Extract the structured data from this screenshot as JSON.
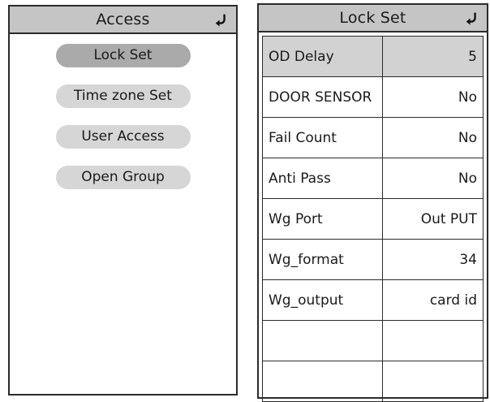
{
  "access_panel": {
    "title": "Access",
    "back_icon": "back-arrow-icon",
    "menu_items": [
      {
        "label": "Lock Set",
        "selected": true
      },
      {
        "label": "Time zone Set",
        "selected": false
      },
      {
        "label": "User Access",
        "selected": false
      },
      {
        "label": "Open Group",
        "selected": false
      }
    ]
  },
  "lockset_panel": {
    "title": "Lock Set",
    "back_icon": "back-arrow-icon",
    "rows": [
      {
        "label": "OD Delay",
        "value": "5",
        "selected": true
      },
      {
        "label": "DOOR SENSOR",
        "value": "No",
        "selected": false
      },
      {
        "label": "Fail Count",
        "value": "No",
        "selected": false
      },
      {
        "label": "Anti Pass",
        "value": "No",
        "selected": false
      },
      {
        "label": "Wg Port",
        "value": "Out PUT",
        "selected": false
      },
      {
        "label": "Wg_format",
        "value": "34",
        "selected": false
      },
      {
        "label": "Wg_output",
        "value": "card id",
        "selected": false
      },
      {
        "label": "",
        "value": "",
        "selected": false
      },
      {
        "label": "",
        "value": "",
        "selected": false
      }
    ]
  },
  "colors": {
    "titlebar_bg": "#c5c5c5",
    "button_bg": "#d6d6d6",
    "button_selected_bg": "#aaaaaa",
    "row_selected_bg": "#d2d2d2",
    "border": "#2b2b2b",
    "text": "#1a1a1a"
  }
}
